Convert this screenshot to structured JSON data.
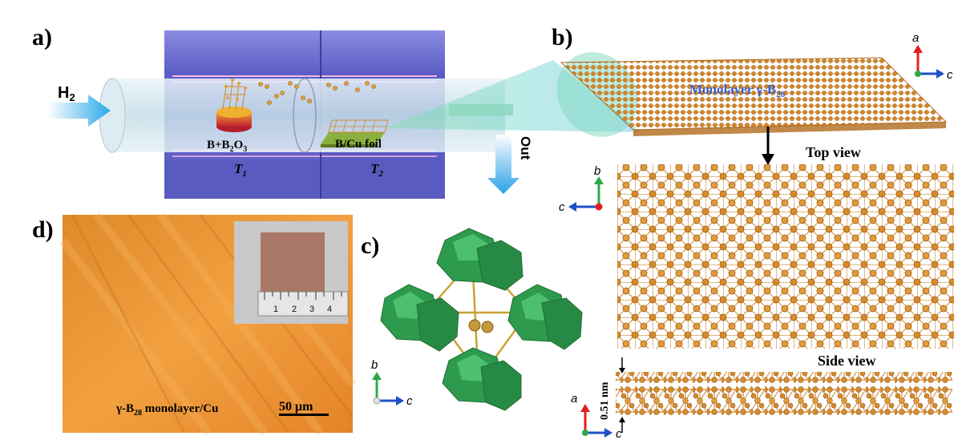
{
  "panels": {
    "a": "a)",
    "b": "b)",
    "c": "c)",
    "d": "d)"
  },
  "panel_a": {
    "gas_in_main": "H",
    "gas_in_sub": "2",
    "source_label_pre": "B+B",
    "source_label_sub1": "2",
    "source_label_mid": "O",
    "source_label_sub2": "3",
    "substrate_label": "B/Cu foil",
    "zone1_main": "T",
    "zone1_sub": "1",
    "zone2_main": "T",
    "zone2_sub": "2",
    "outlet_label": "Out"
  },
  "panel_b": {
    "sheet_title_pre": "Monolayer γ-B",
    "sheet_title_sub": "28",
    "top_view_label": "Top view",
    "side_view_label": "Side view",
    "thickness_label": "0.51 nm",
    "axes_sheet": {
      "up": "a",
      "right": "c"
    },
    "axes_top": {
      "up": "b",
      "left": "c"
    },
    "axes_side": {
      "up": "a",
      "right": "c"
    }
  },
  "panel_c": {
    "axes": {
      "up": "b",
      "right": "c"
    }
  },
  "panel_d": {
    "caption_pre": "γ-B",
    "caption_sub": "28",
    "caption_post": " monolayer/Cu",
    "scale_bar": "50 μm",
    "ruler_ticks": [
      "1",
      "2",
      "3",
      "4"
    ]
  },
  "colors": {
    "furnace": "#6a6bd0",
    "boron": "#d98a2a",
    "icosahedron": "#2e9a4e",
    "micrograph": "#e98b2d",
    "axis_red": "#e02020",
    "axis_green": "#2fa84a",
    "axis_blue": "#2050c8"
  }
}
